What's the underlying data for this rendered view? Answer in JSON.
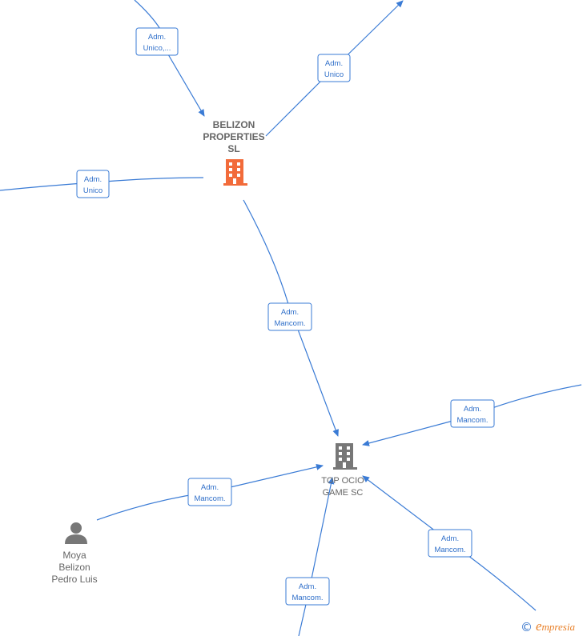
{
  "nodes": {
    "belizon": {
      "label_lines": [
        "BELIZON",
        "PROPERTIES",
        "SL"
      ],
      "kind": "company",
      "color": "#f26b3a"
    },
    "topocio": {
      "label_lines": [
        "TOP OCIO",
        "GAME SC"
      ],
      "kind": "company",
      "color": "#777777"
    },
    "moya": {
      "label_lines": [
        "Moya",
        "Belizon",
        "Pedro Luis"
      ],
      "kind": "person",
      "color": "#777777"
    }
  },
  "edges": [
    {
      "id": "top-to-belizon",
      "label_lines": [
        "Adm.",
        "Unico,..."
      ]
    },
    {
      "id": "belizon-to-topright",
      "label_lines": [
        "Adm.",
        "Unico"
      ]
    },
    {
      "id": "left-to-belizon",
      "label_lines": [
        "Adm.",
        "Unico"
      ]
    },
    {
      "id": "belizon-to-topocio",
      "label_lines": [
        "Adm.",
        "Mancom."
      ]
    },
    {
      "id": "right-to-topocio",
      "label_lines": [
        "Adm.",
        "Mancom."
      ]
    },
    {
      "id": "moya-to-topocio",
      "label_lines": [
        "Adm.",
        "Mancom."
      ]
    },
    {
      "id": "bottomright-to-topocio",
      "label_lines": [
        "Adm.",
        "Mancom."
      ]
    },
    {
      "id": "bottom-to-topocio",
      "label_lines": [
        "Adm.",
        "Mancom."
      ]
    }
  ],
  "footer": {
    "copyright_symbol": "©",
    "brand_initial": "e",
    "brand_rest": "mpresia"
  },
  "colors": {
    "edge": "#3a7bd5",
    "label_text": "#2f6fc9",
    "brand": "#e87f27"
  }
}
